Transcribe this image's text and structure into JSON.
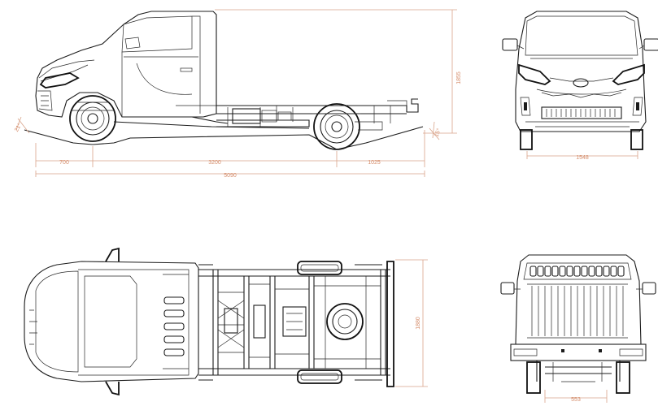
{
  "dimensions": {
    "side_view": {
      "front_overhang": "700",
      "wheelbase": "3200",
      "rear_overhang": "1025",
      "overall_length": "5090",
      "overall_height": "1855",
      "approach_angle": "21°",
      "departure_angle": "15°"
    },
    "front_view": {
      "front_track": "1548"
    },
    "top_view": {
      "frame_width": "1880"
    },
    "rear_view": {
      "frame_rail_spacing": "553"
    }
  },
  "colors": {
    "linework": "#1c1c1c",
    "dimension_lines": "#d9a48a",
    "dimension_text": "#d58c6a"
  }
}
